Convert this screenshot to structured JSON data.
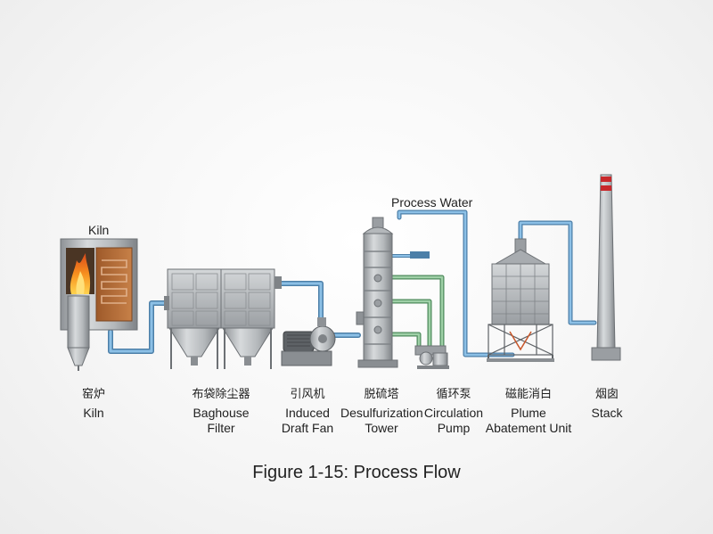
{
  "figure": {
    "caption": "Figure 1-15: Process Flow",
    "top_labels": {
      "kiln": "Kiln",
      "process_water": "Process Water"
    }
  },
  "units": [
    {
      "id": "kiln",
      "zh": "窑炉",
      "en": [
        "Kiln"
      ]
    },
    {
      "id": "baghouse",
      "zh": "布袋除尘器",
      "en": [
        "Baghouse",
        "Filter"
      ]
    },
    {
      "id": "fan",
      "zh": "引风机",
      "en": [
        "Induced",
        "Draft Fan"
      ]
    },
    {
      "id": "tower",
      "zh": "脱硫塔",
      "en": [
        "Desulfurization",
        "Tower"
      ]
    },
    {
      "id": "pump",
      "zh": "循环泵",
      "en": [
        "Circulation",
        "Pump"
      ]
    },
    {
      "id": "plume",
      "zh": "磁能消白",
      "en": [
        "Plume",
        "Abatement Unit"
      ]
    },
    {
      "id": "stack",
      "zh": "烟囱",
      "en": [
        "Stack"
      ]
    }
  ],
  "colors": {
    "gas_pipe": "#6aa3cf",
    "water_pipe": "#7fb88a",
    "steel": "#b9bcbf",
    "flame": "#f08a1c",
    "stack_band": "#c8282b"
  }
}
